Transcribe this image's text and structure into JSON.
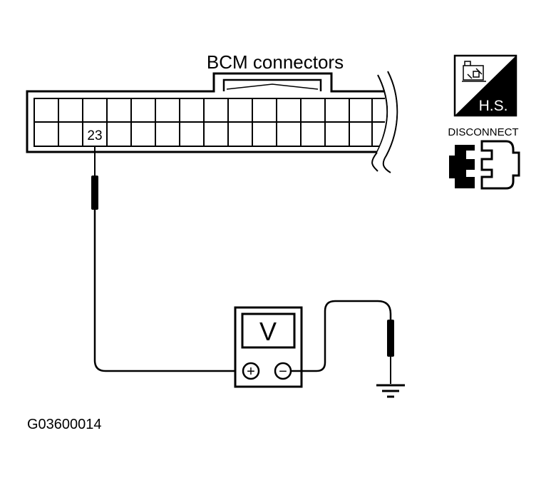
{
  "connector": {
    "title": "BCM connectors",
    "pin_label": "23"
  },
  "meter": {
    "display": "V",
    "plus_symbol": "+",
    "minus_symbol": "−"
  },
  "badges": {
    "hs_label": "H.S.",
    "disconnect_label": "DISCONNECT"
  },
  "figure_id": "G03600014"
}
